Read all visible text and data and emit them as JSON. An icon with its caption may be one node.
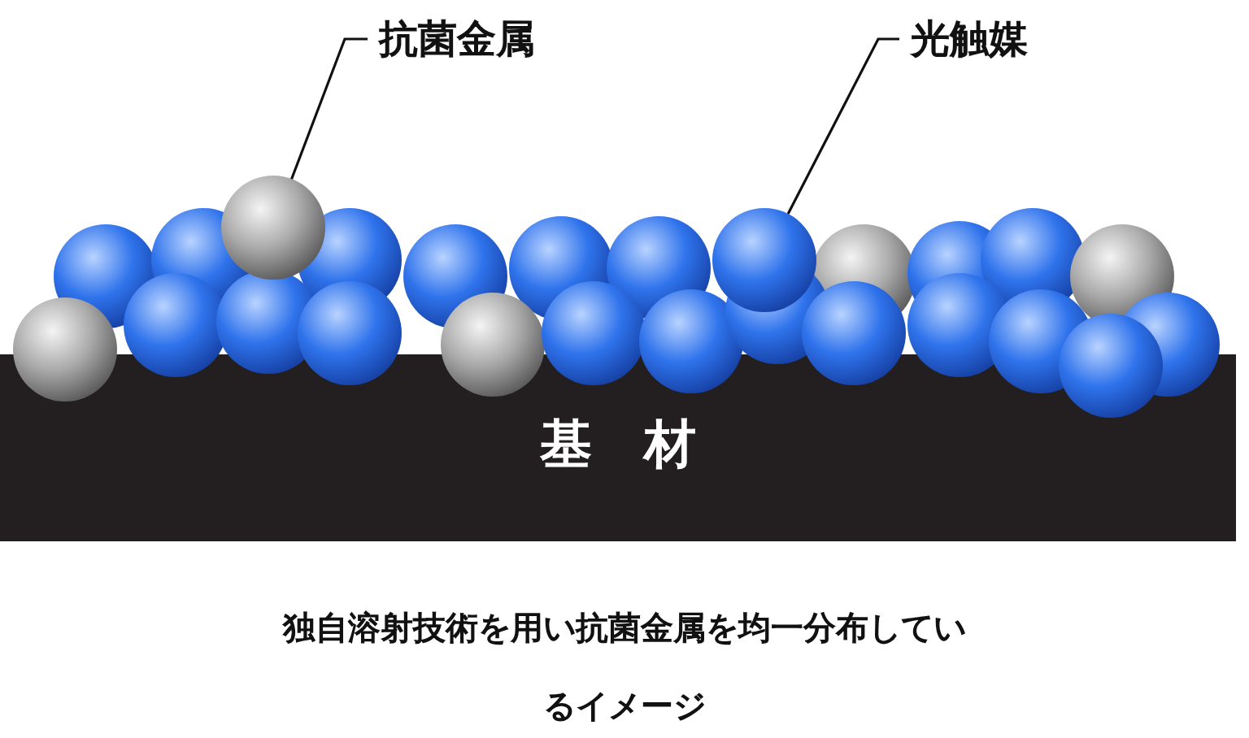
{
  "diagram": {
    "caption": "独自溶射技術を用い抗菌金属を均一分布しているイメージ",
    "nodes": [
      {
        "text": [
          "抗菌金属"
        ]
      },
      {
        "text": [],
        "shape": "circle"
      },
      {
        "text": [
          "光触媒"
        ]
      },
      {
        "text": [],
        "shape": "circle"
      },
      {
        "text": [
          "基　材"
        ]
      }
    ],
    "edges": [
      {
        "from": 0,
        "to": 1,
        "arrow": "none"
      },
      {
        "from": 2,
        "to": 3,
        "arrow": "none"
      }
    ]
  }
}
